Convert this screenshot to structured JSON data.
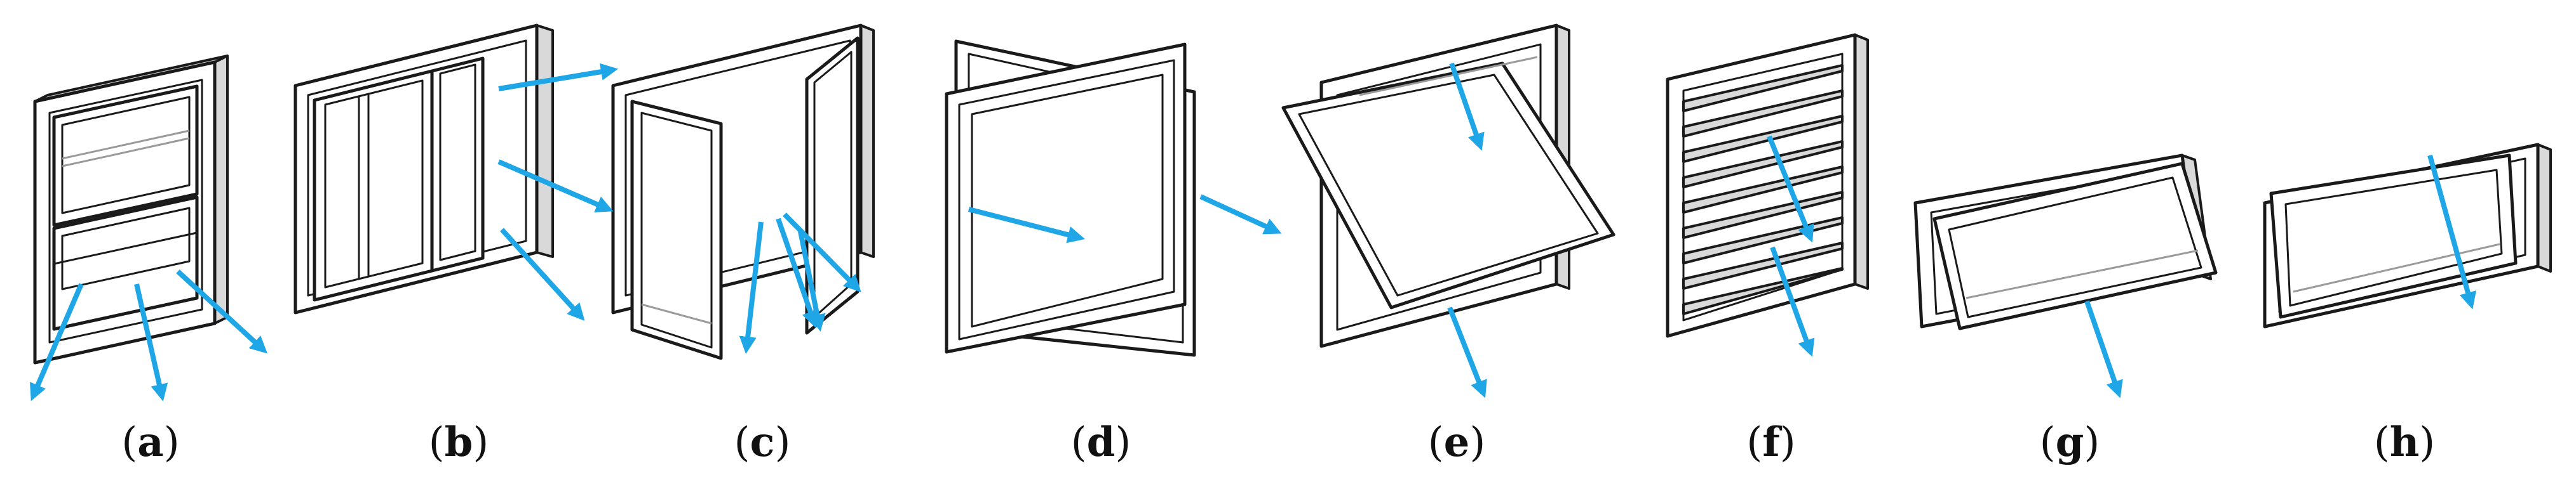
{
  "figure": {
    "panels": [
      {
        "id": "a",
        "label": "a"
      },
      {
        "id": "b",
        "label": "b"
      },
      {
        "id": "c",
        "label": "c"
      },
      {
        "id": "d",
        "label": "d"
      },
      {
        "id": "e",
        "label": "e"
      },
      {
        "id": "f",
        "label": "f"
      },
      {
        "id": "g",
        "label": "g"
      },
      {
        "id": "h",
        "label": "h"
      }
    ],
    "arrow_color": "#1ea6e6",
    "frame_color": "#1a1a1a"
  }
}
